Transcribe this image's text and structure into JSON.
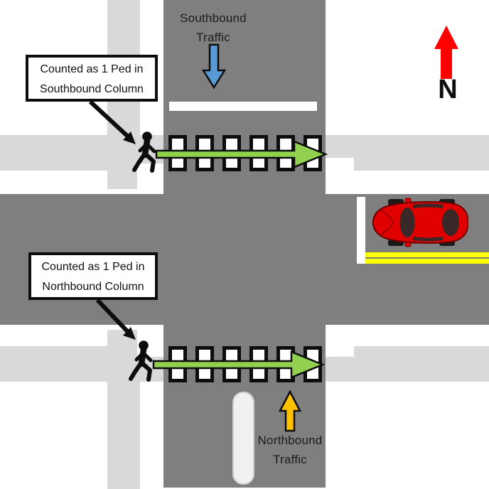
{
  "labels": {
    "southbound_traffic": {
      "line1": "Southbound",
      "line2": "Traffic"
    },
    "northbound_traffic": {
      "line1": "Northbound",
      "line2": "Traffic"
    },
    "compass_n": "N"
  },
  "callouts": {
    "southbound": {
      "line1": "Counted as 1 Ped in",
      "line2": "Southbound Column"
    },
    "northbound": {
      "line1": "Counted as 1 Ped in",
      "line2": "Northbound Column"
    }
  },
  "colors": {
    "road": "#7f7f7f",
    "sidewalk": "#d9d9d9",
    "curb_white": "#ffffff",
    "median": "#f0f0f0",
    "crosswalk_box": "#ffffff",
    "ped_arrow_green": "#92d050",
    "southbound_arrow_blue": "#5b9bd5",
    "northbound_arrow_orange": "#ffc000",
    "compass_red": "#ff0000",
    "car_red": "#e10000",
    "car_glass": "#3a2727",
    "center_line_yellow": "#ffff00",
    "stop_line_white": "#ffffff",
    "ink": "#0d0d0d"
  }
}
